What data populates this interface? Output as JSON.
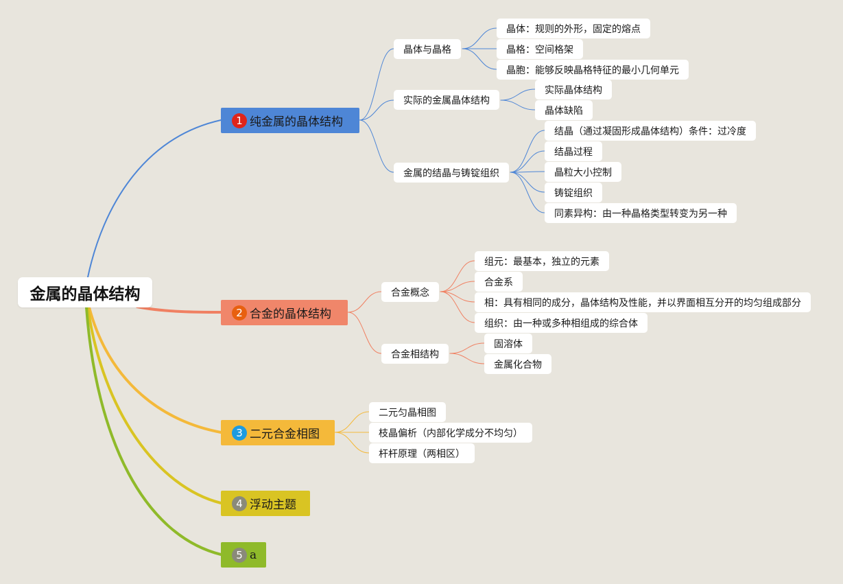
{
  "root": {
    "label": "金属的晶体结构"
  },
  "colors": {
    "b1": "#4e86d6",
    "b1_badge": "#e0251b",
    "b2": "#f0866a",
    "b2_badge": "#e8600f",
    "b3": "#f4b93a",
    "b3_badge": "#1e9be0",
    "b4": "#d9c423",
    "b4_badge": "#8a8a7a",
    "b5": "#8fba2a",
    "b5_badge": "#8a8a7a",
    "line1": "#4e86d6",
    "line2": "#f08062",
    "line3": "#f4b93a",
    "line4": "#d9c423",
    "line5": "#8fba2a"
  },
  "branches": [
    {
      "number": "1",
      "label": "纯金属的晶体结构",
      "children": [
        {
          "label": "晶体与晶格",
          "children": [
            "晶体：规则的外形，固定的熔点",
            "晶格：空间格架",
            "晶胞：能够反映晶格特征的最小几何单元"
          ]
        },
        {
          "label": "实际的金属晶体结构",
          "children": [
            "实际晶体结构",
            "晶体缺陷"
          ]
        },
        {
          "label": "金属的结晶与铸锭组织",
          "children": [
            "结晶（通过凝固形成晶体结构）条件：过冷度",
            "结晶过程",
            "晶粒大小控制",
            "铸锭组织",
            "同素异构：由一种晶格类型转变为另一种"
          ]
        }
      ]
    },
    {
      "number": "2",
      "label": "合金的晶体结构",
      "children": [
        {
          "label": "合金概念",
          "children": [
            "组元：最基本，独立的元素",
            "合金系",
            "相：具有相同的成分，晶体结构及性能，并以界面相互分开的均匀组成部分",
            "组织：由一种或多种相组成的综合体"
          ]
        },
        {
          "label": "合金相结构",
          "children": [
            "固溶体",
            "金属化合物"
          ]
        }
      ]
    },
    {
      "number": "3",
      "label": "二元合金相图",
      "children": [
        {
          "label": "二元匀晶相图"
        },
        {
          "label": "枝晶偏析（内部化学成分不均匀）"
        },
        {
          "label": "杆杆原理（两相区）"
        }
      ]
    },
    {
      "number": "4",
      "label": "浮动主题"
    },
    {
      "number": "5",
      "label": "a"
    }
  ]
}
